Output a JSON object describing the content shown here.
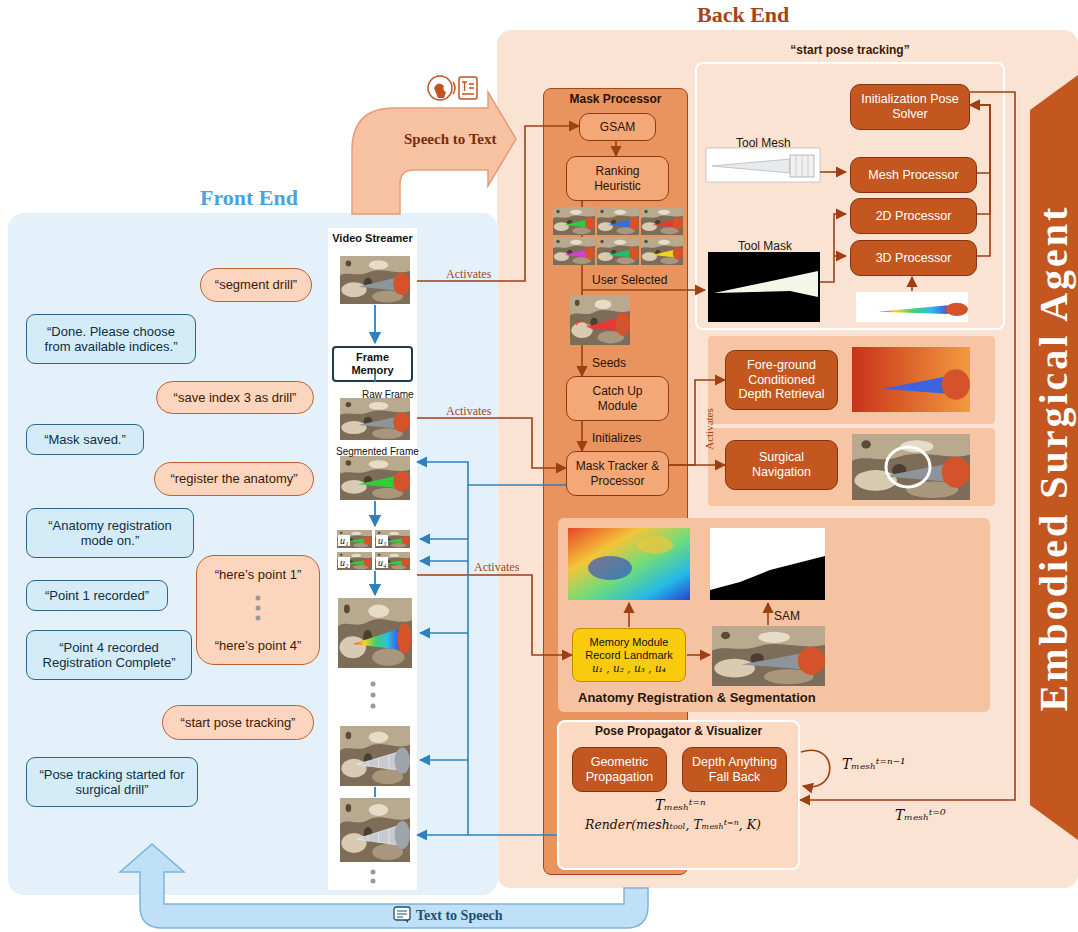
{
  "diagram": {
    "nodes": [
      {
        "text": [
          "Back End"
        ]
      },
      {
        "text": [
          "Front End"
        ]
      },
      {
        "text": [
          "Embodied Surgical Agent"
        ],
        "in": 0
      },
      {
        "text": [
          "Mask Processor"
        ],
        "in": 0
      },
      {
        "text": [
          "GSAM"
        ],
        "in": 3
      },
      {
        "text": [
          "Ranking Heuristic"
        ],
        "in": 3
      },
      {
        "text": [
          "Catch Up Module"
        ],
        "in": 3
      },
      {
        "text": [
          "Mask Tracker & Processor"
        ],
        "in": 3
      },
      {
        "text": [
          "“start pose tracking”"
        ],
        "in": 0
      },
      {
        "text": [
          "Initialization Pose Solver"
        ],
        "in": 8
      },
      {
        "text": [
          "Mesh Processor"
        ],
        "in": 8
      },
      {
        "text": [
          "2D Processor"
        ],
        "in": 8
      },
      {
        "text": [
          "3D Processor"
        ],
        "in": 8
      },
      {
        "text": [
          "Fore-ground Conditioned Depth Retrieval"
        ],
        "in": 0
      },
      {
        "text": [
          "Surgical Navigation"
        ],
        "in": 0
      },
      {
        "text": [
          "Anatomy Registration & Segmentation"
        ],
        "in": 0
      },
      {
        "text": [
          "Memory Module",
          "Record Landmark",
          "u₁ , u₂ , u₃ , u₄"
        ],
        "in": 15
      },
      {
        "text": [
          "Pose Propagator & Visualizer"
        ],
        "in": 0
      },
      {
        "text": [
          "Geometric Propagation"
        ],
        "in": 17
      },
      {
        "text": [
          "Depth Anything Fall Back"
        ],
        "in": 17
      },
      {
        "text": [
          "Video Streamer"
        ],
        "in": 1
      },
      {
        "text": [
          "Frame Memory"
        ],
        "in": 20
      },
      {
        "text": [
          "“segment drill”"
        ],
        "in": 1
      },
      {
        "text": [
          "“Done. Please choose from available indices.”"
        ],
        "in": 1
      },
      {
        "text": [
          "“save index 3 as drill”"
        ],
        "in": 1
      },
      {
        "text": [
          "“Mask saved.”"
        ],
        "in": 1
      },
      {
        "text": [
          "“register the anatomy”"
        ],
        "in": 1
      },
      {
        "text": [
          "“Anatomy registration mode on.”"
        ],
        "in": 1
      },
      {
        "text": [
          "“here’s point 1”",
          "“here’s point 4”"
        ],
        "in": 1
      },
      {
        "text": [
          "“Point 1 recorded”"
        ],
        "in": 1
      },
      {
        "text": [
          "“Point 4 recorded Registration Complete”"
        ],
        "in": 1
      },
      {
        "text": [
          "“start pose tracking”"
        ],
        "in": 1
      },
      {
        "text": [
          "“Pose tracking started for surgical drill”"
        ],
        "in": 1
      }
    ],
    "edges": [
      {
        "from": 20,
        "to": 4,
        "arrow": "to",
        "label": "Activates"
      },
      {
        "from": 4,
        "to": 5,
        "arrow": "to"
      },
      {
        "from": 5,
        "to": 6,
        "arrow": "to"
      },
      {
        "from": 6,
        "to": 7,
        "arrow": "to"
      },
      {
        "from": 20,
        "to": 7,
        "arrow": "to",
        "label": "Activates"
      },
      {
        "from": 20,
        "to": 16,
        "arrow": "to",
        "label": "Activates"
      },
      {
        "from": 7,
        "to": 20,
        "arrow": "to"
      },
      {
        "from": 17,
        "to": 20,
        "arrow": "to"
      },
      {
        "from": 7,
        "to": 13,
        "arrow": "to"
      },
      {
        "from": 7,
        "to": 14,
        "arrow": "to"
      },
      {
        "from": 10,
        "to": 9,
        "arrow": "to"
      },
      {
        "from": 11,
        "to": 9,
        "arrow": "to"
      },
      {
        "from": 12,
        "to": 9,
        "arrow": "to"
      },
      {
        "from": 9,
        "to": 17,
        "arrow": "to"
      }
    ],
    "labels": [
      "Speech to Text",
      "User Selected",
      "Seeds",
      "Initializes",
      "Raw Frame",
      "Segmented Frame",
      "u₁",
      "u₃",
      "u₂",
      "u₄",
      "Tool Mesh",
      "Tool Mask",
      "SAM",
      "Activates",
      "Tₘₑₛₕᵗ⁼ⁿ",
      "Render(meshₜₒₒₗ, Tₘₑₛₕᵗ⁼ⁿ, K)",
      "Tₘₑₛₕᵗ⁼ⁿ⁻¹",
      "Tₘₑₛₕᵗ⁼⁰",
      "Text to Speech"
    ]
  }
}
